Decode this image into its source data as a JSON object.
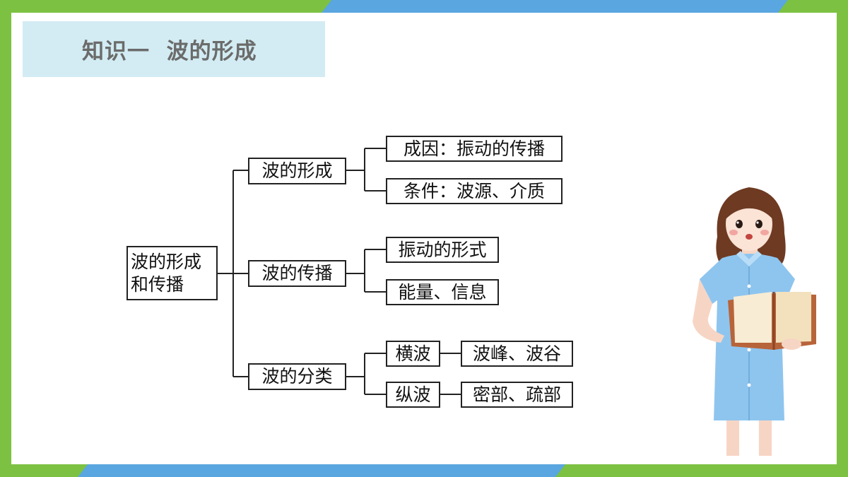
{
  "title": "知识一  波的形成",
  "diagram": {
    "root": "波的形成和传播",
    "branches": [
      {
        "label": "波的形成",
        "children": [
          "成因：振动的传播",
          "条件：波源、介质"
        ]
      },
      {
        "label": "波的传播",
        "children": [
          "振动的形式",
          "能量、信息"
        ]
      },
      {
        "label": "波的分类",
        "children": [
          "横波",
          "纵波"
        ],
        "leaves": [
          "波峰、波谷",
          "密部、疏部"
        ]
      }
    ]
  },
  "colors": {
    "frame_green": "#7dc142",
    "frame_blue": "#5aa6e0",
    "title_bg": "#d3ecf3",
    "dress": "#8ec5ef",
    "book": "#b8643a"
  },
  "illustration": {
    "icon": "girl-reading-book-icon"
  }
}
